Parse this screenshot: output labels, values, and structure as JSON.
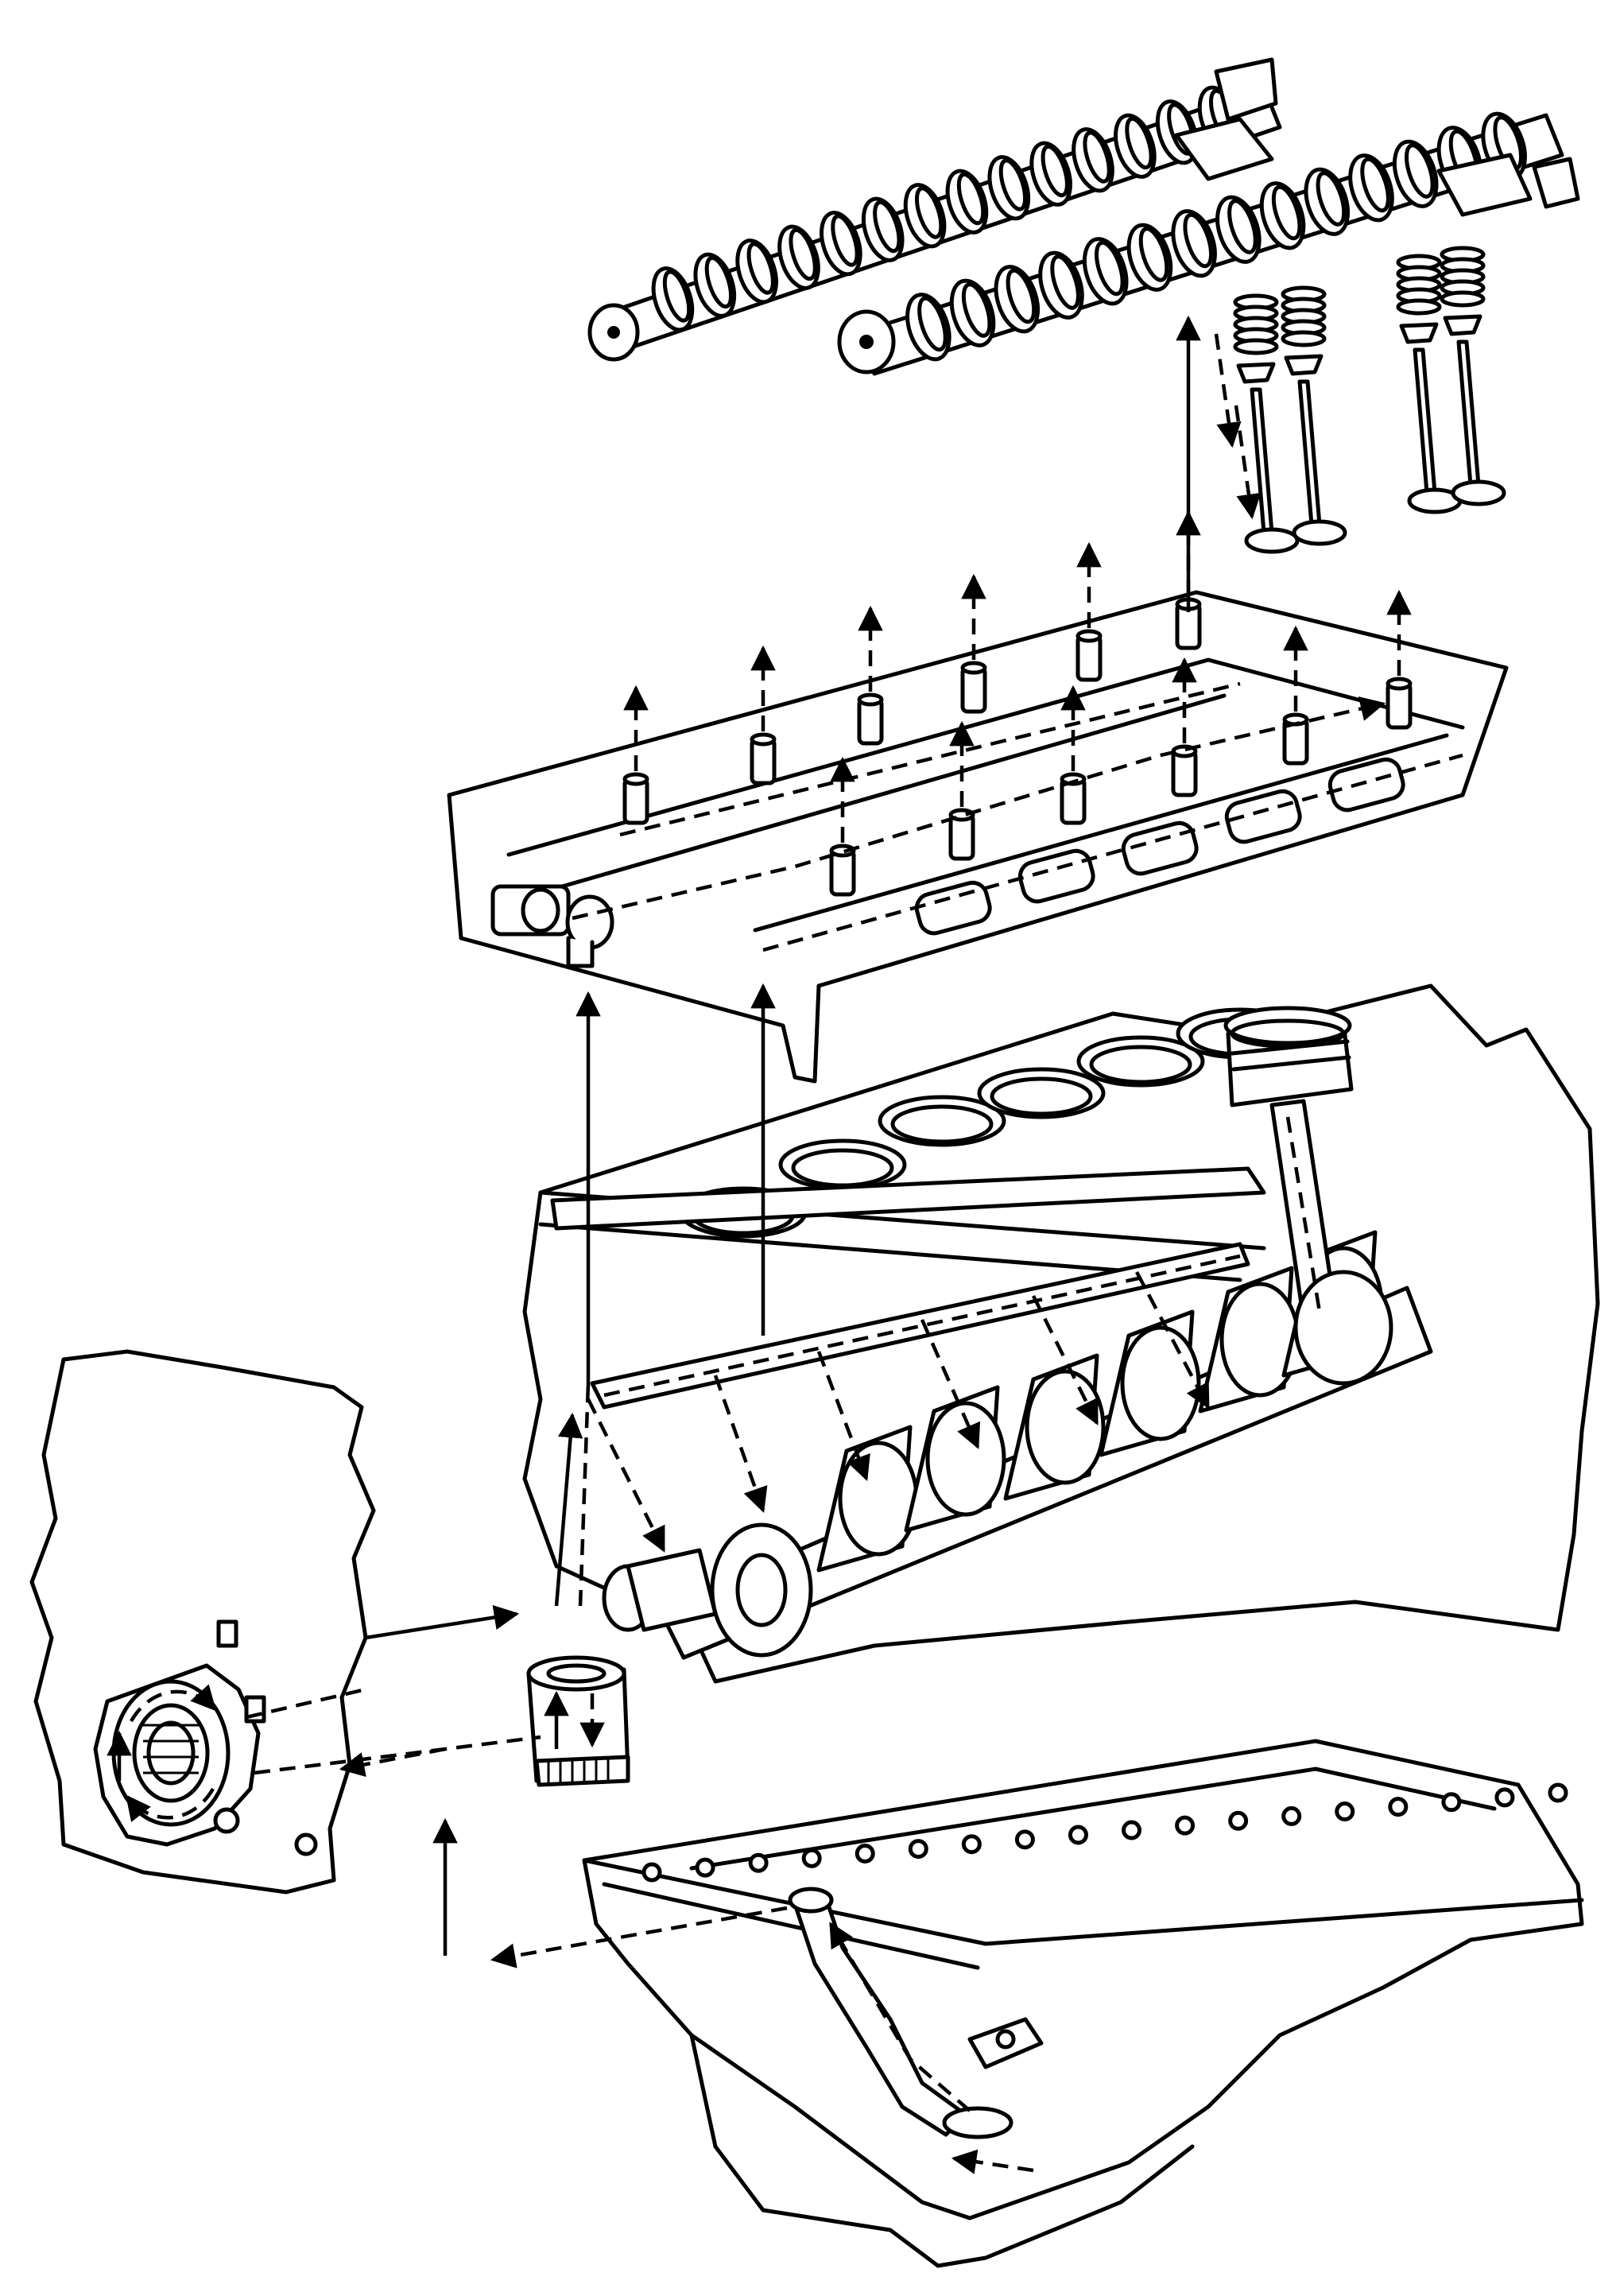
{
  "figure": {
    "kind": "exploded-view line illustration",
    "subject_icon": "engine-lubrication-flow",
    "colors": {
      "line": "#000000",
      "background": "#ffffff"
    },
    "components": [
      {
        "id": "intake-camshaft",
        "icon": "camshaft-icon"
      },
      {
        "id": "exhaust-camshaft",
        "icon": "camshaft-icon"
      },
      {
        "id": "valve-springs-and-valves",
        "icon": "valve-icon"
      },
      {
        "id": "cylinder-head",
        "icon": "cylinder-head-icon"
      },
      {
        "id": "cylinder-block",
        "icon": "engine-block-icon"
      },
      {
        "id": "piston-and-connecting-rod",
        "icon": "piston-icon"
      },
      {
        "id": "crankshaft",
        "icon": "crankshaft-icon"
      },
      {
        "id": "oil-pump",
        "icon": "oil-pump-icon"
      },
      {
        "id": "oil-filter",
        "icon": "oil-filter-icon"
      },
      {
        "id": "oil-pan",
        "icon": "oil-pan-icon"
      },
      {
        "id": "oil-pickup-tube",
        "icon": "pickup-tube-icon"
      }
    ],
    "flow_arrows": {
      "style": "dashed",
      "icon": "arrow-icon"
    }
  }
}
